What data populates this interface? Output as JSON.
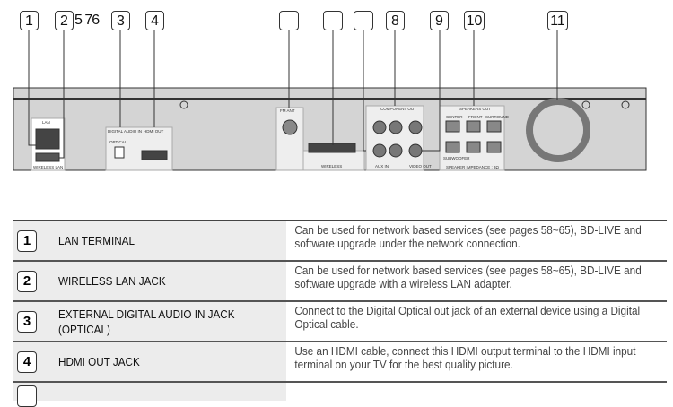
{
  "callouts": [
    "1",
    "2",
    "3",
    "4",
    "",
    "",
    "",
    "8",
    "9",
    "10",
    "11"
  ],
  "stray_label": "5 76",
  "panel_labels": {
    "lan": "LAN",
    "wireless_lan": "WIRELESS LAN",
    "digital_audio_in": "DIGITAL AUDIO IN",
    "optical": "OPTICAL",
    "hdmi_out": "HDMI OUT",
    "fm_ant": "FM ANT",
    "wireless": "WIRELESS",
    "component_out": "COMPONENT OUT",
    "aux_in": "AUX IN",
    "video_out": "VIDEO OUT",
    "speakers_out": "SPEAKERS OUT",
    "center": "CENTER",
    "front": "FRONT",
    "surround": "SURROUND",
    "subwoofer": "SUBWOOFER",
    "speaker_impedance": "SPEAKER IMPEDANCE : 3Ω"
  },
  "rows": [
    {
      "num": "1",
      "name": "LAN TERMINAL",
      "desc": "Can be used for network based services (see pages 58~65), BD-LIVE and software upgrade under the network connection."
    },
    {
      "num": "2",
      "name": "WIRELESS LAN JACK",
      "desc": "Can be used for network based services (see pages 58~65), BD-LIVE and software upgrade with a wireless LAN adapter."
    },
    {
      "num": "3",
      "name": "EXTERNAL DIGITAL AUDIO IN JACK (OPTICAL)",
      "desc": "Connect to the Digital Optical out jack of an external device using a Digital Optical cable."
    },
    {
      "num": "4",
      "name": "HDMI OUT JACK",
      "desc": "Use an HDMI cable, connect this HDMI output terminal to the HDMI input terminal on your TV for the best quality picture."
    }
  ]
}
